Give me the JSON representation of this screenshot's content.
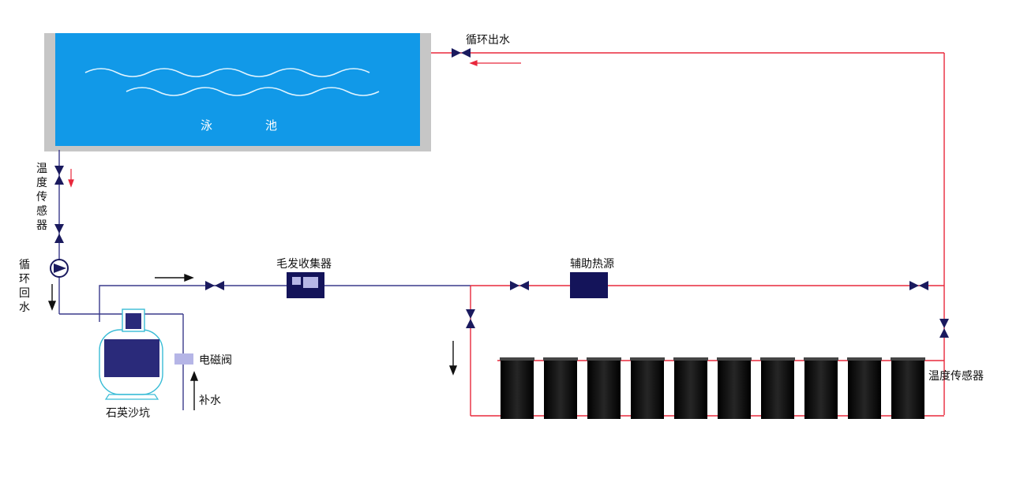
{
  "labels": {
    "pool_left": "泳",
    "pool_right": "池",
    "circulation_out": "循环出水",
    "temp_sensor_left": [
      "温",
      "度",
      "传",
      "感",
      "器"
    ],
    "circulation_return": [
      "循",
      "环",
      "回",
      "水"
    ],
    "hair_collector": "毛发收集器",
    "aux_heat": "辅助热源",
    "solenoid_valve": "电磁阀",
    "makeup_water": "补水",
    "quartz_sand": "石英沙坑",
    "temp_sensor_right": "温度传感器"
  },
  "colors": {
    "hot_pipe": "#e8283c",
    "cold_pipe": "#3a3a8c",
    "valve": "#1a1a5e",
    "pool_water": "#1199e8",
    "pool_frame": "#c6c6c6",
    "collector": "#0d0d0d",
    "filter_body": "#2a2a7a",
    "filter_outline": "#39bcd6"
  },
  "icons": {
    "valve": "butterfly-valve-icon",
    "pump": "pump-icon",
    "arrow": "flow-arrow-icon"
  },
  "collector_count": 10
}
